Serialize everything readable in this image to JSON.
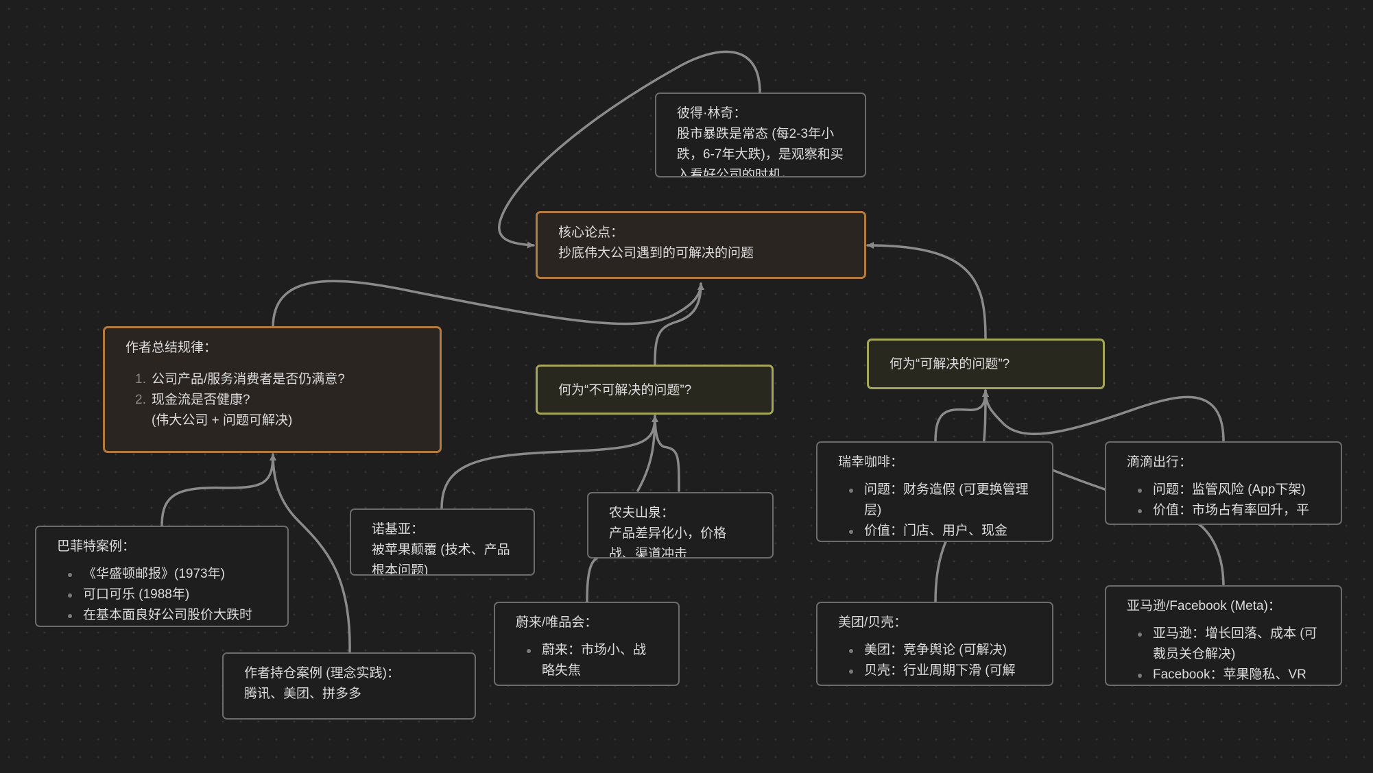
{
  "colors": {
    "background": "#1e1e1e",
    "edge": "#8a8a8a",
    "card_border": "#6c6c6c",
    "accent_orange": "#b57a3e",
    "accent_olive": "#a4a65a"
  },
  "nodes": {
    "lynch": {
      "title": "彼得·林奇：",
      "body": "股市暴跌是常态 (每2-3年小跌，6-7年大跌)，是观察和买入看好公司的时机。"
    },
    "core": {
      "title": "核心论点：",
      "body": "抄底伟大公司遇到的可解决的问题"
    },
    "rules": {
      "title": "作者总结规律：",
      "items": [
        "公司产品/服务消费者是否仍满意?",
        "现金流是否健康?"
      ],
      "extra": "(伟大公司 + 问题可解决)"
    },
    "unsolvable": {
      "title": "何为“不可解决的问题”?"
    },
    "solvable": {
      "title": "何为“可解决的问题”?"
    },
    "buffett": {
      "title": "巴菲特案例：",
      "items": [
        "《华盛顿邮报》(1973年)",
        "可口可乐 (1988年)",
        "在基本面良好公司股价大跌时"
      ]
    },
    "holdings": {
      "title": "作者持仓案例 (理念实践)：",
      "body": "腾讯、美团、拼多多"
    },
    "nokia": {
      "title": "诺基亚：",
      "body": "被苹果颠覆 (技术、产品根本问题)"
    },
    "nongfu": {
      "title": "农夫山泉：",
      "body": "产品差异化小，价格战、渠道冲击"
    },
    "nio": {
      "title": "蔚来/唯品会：",
      "items": [
        "蔚来：市场小、战略失焦"
      ]
    },
    "luckin": {
      "title": "瑞幸咖啡：",
      "items": [
        "问题：财务造假 (可更换管理层)",
        "价值：门店、用户、现金"
      ]
    },
    "didi": {
      "title": "滴滴出行：",
      "items": [
        "问题：监管风险 (App下架)",
        "价值：市场占有率回升，平"
      ]
    },
    "meituan": {
      "title": "美团/贝壳：",
      "items": [
        "美团：竞争舆论 (可解决)",
        "贝壳：行业周期下滑 (可解"
      ]
    },
    "amazon": {
      "title": "亚马逊/Facebook (Meta)：",
      "items": [
        "亚马逊：增长回落、成本 (可裁员关仓解决)",
        "Facebook：苹果隐私、VR"
      ]
    }
  }
}
